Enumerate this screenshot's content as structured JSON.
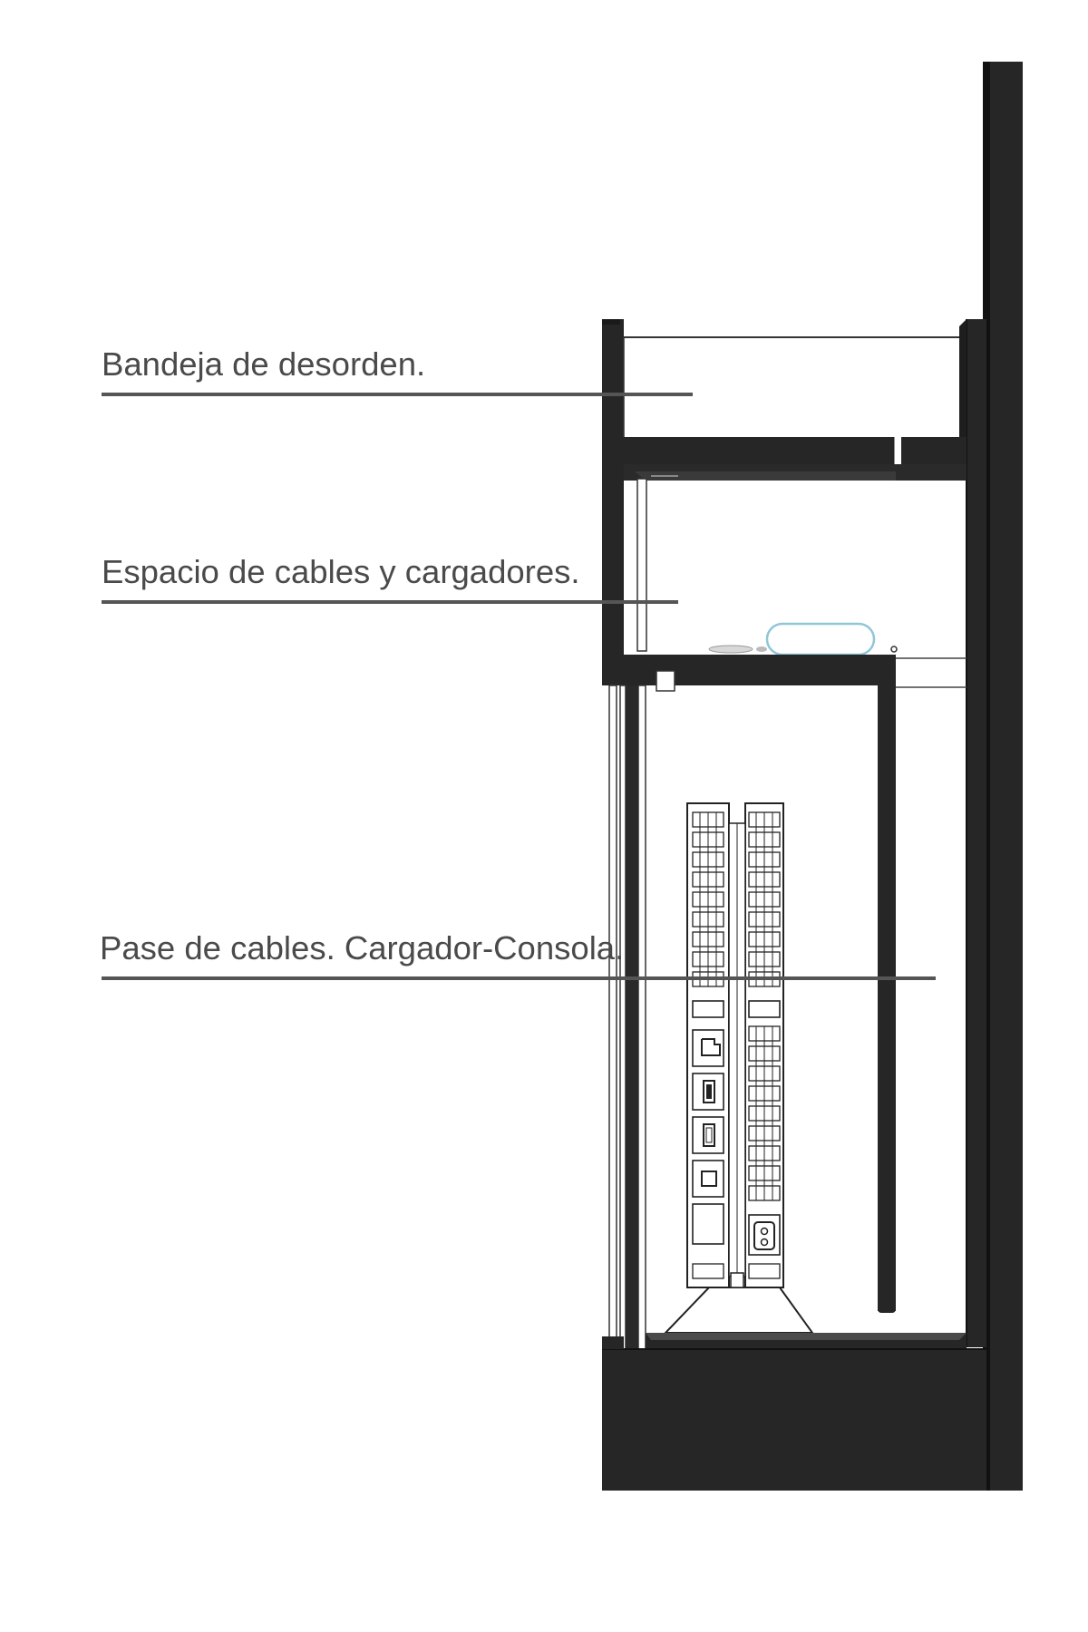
{
  "annotations": [
    {
      "id": "clutter-tray",
      "text": "Bandeja de desorden."
    },
    {
      "id": "cables-chargers-space",
      "text": "Espacio de cables y cargadores."
    },
    {
      "id": "cable-pass",
      "text": "Pase de cables. Cargador-Consola."
    }
  ],
  "colors": {
    "panel": "#262626",
    "panel_dark": "#1a1a1a",
    "leader_line": "#555555",
    "label_text": "#4a4a4a",
    "outline": "#222222"
  }
}
